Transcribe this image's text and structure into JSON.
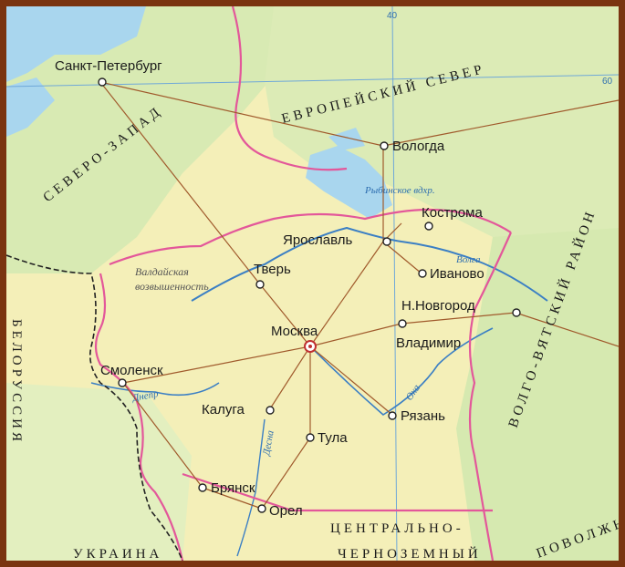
{
  "cities": {
    "spb": "Санкт-Петербург",
    "vologda": "Вологда",
    "kostroma": "Кострома",
    "yaroslavl": "Ярославль",
    "tver": "Тверь",
    "ivanovo": "Иваново",
    "nnovgorod": "Н.Новгород",
    "moscow": "Москва",
    "vladimir": "Владимир",
    "smolensk": "Смоленск",
    "kaluga": "Калуга",
    "ryazan": "Рязань",
    "tula": "Тула",
    "bryansk": "Брянск",
    "orel": "Орел"
  },
  "regions": {
    "north": "ЕВРОПЕЙСКИЙ СЕВЕР",
    "northwest": "СЕВЕРО-ЗАПАД",
    "volgavyatka": "ВОЛГО-ВЯТСКИЙ РАЙОН",
    "central": "ЦЕНТРАЛЬНО-",
    "central2": "ЧЕРНОЗЕМНЫЙ",
    "volga": "ПОВОЛЖЬЕ",
    "belarus": "БЕЛОРУССИЯ",
    "ukraine": "УКРАИНА"
  },
  "water": {
    "rybinsk": "Рыбинское вдхр.",
    "volga": "Волга",
    "oka": "Ока",
    "dnepr": "Днепр",
    "desna": "Десна"
  },
  "features": {
    "valdai1": "Валдайская",
    "valdai2": "возвышенность"
  },
  "coords": {
    "lon40": "40",
    "lat60": "60"
  },
  "colors": {
    "land": "#f4efb8",
    "lowland": "#dcebb6",
    "water": "#a9d6ee",
    "border": "#e3579a",
    "river": "#3b7fc4",
    "road": "#a05a2c",
    "frame": "#7a3410"
  }
}
